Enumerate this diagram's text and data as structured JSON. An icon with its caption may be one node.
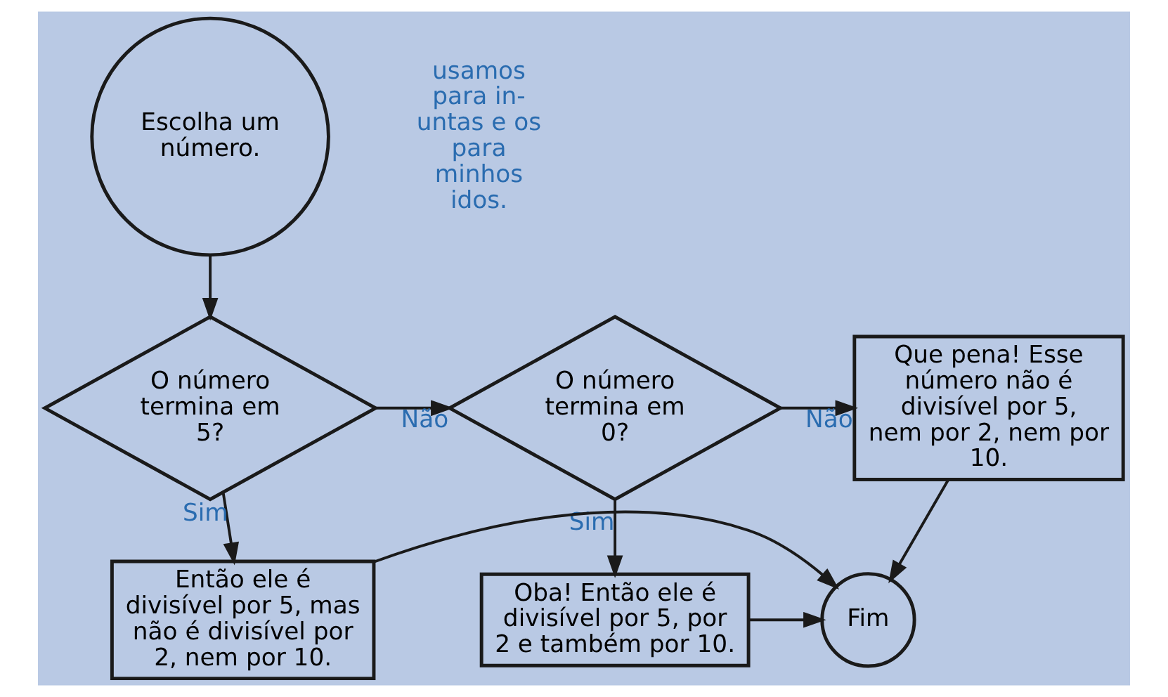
{
  "diagram": {
    "nodes": [
      {
        "text": [
          "Escolha um número."
        ]
      },
      {
        "text": [
          "O número termina em 5?"
        ]
      },
      {
        "text": [
          "O número termina em 0?"
        ]
      },
      {
        "text": [
          "Que pena! Esse número não é divisível por 5, nem por 2, nem por 10."
        ]
      },
      {
        "text": [
          "Então ele é divisível por 5, mas não é divisível por 2, nem por 10."
        ]
      },
      {
        "text": [
          "Oba! Então ele é divisível por 5, por 2 e também por 10."
        ]
      },
      {
        "text": [
          "Fim"
        ]
      }
    ],
    "edges": [
      {
        "from": 0,
        "to": 1,
        "arrow": "to"
      },
      {
        "from": 1,
        "to": 2,
        "arrow": "to",
        "label": "Não"
      },
      {
        "from": 2,
        "to": 3,
        "arrow": "to",
        "label": "Não"
      },
      {
        "from": 1,
        "to": 4,
        "arrow": "to",
        "label": "Sim"
      },
      {
        "from": 2,
        "to": 5,
        "arrow": "to",
        "label": "Sim"
      },
      {
        "from": 3,
        "to": 6,
        "arrow": "to"
      },
      {
        "from": 5,
        "to": 6,
        "arrow": "to"
      },
      {
        "from": 4,
        "to": 6,
        "arrow": "to"
      }
    ],
    "labels": [
      "usamos para in- untas e os para minhos idos."
    ]
  }
}
